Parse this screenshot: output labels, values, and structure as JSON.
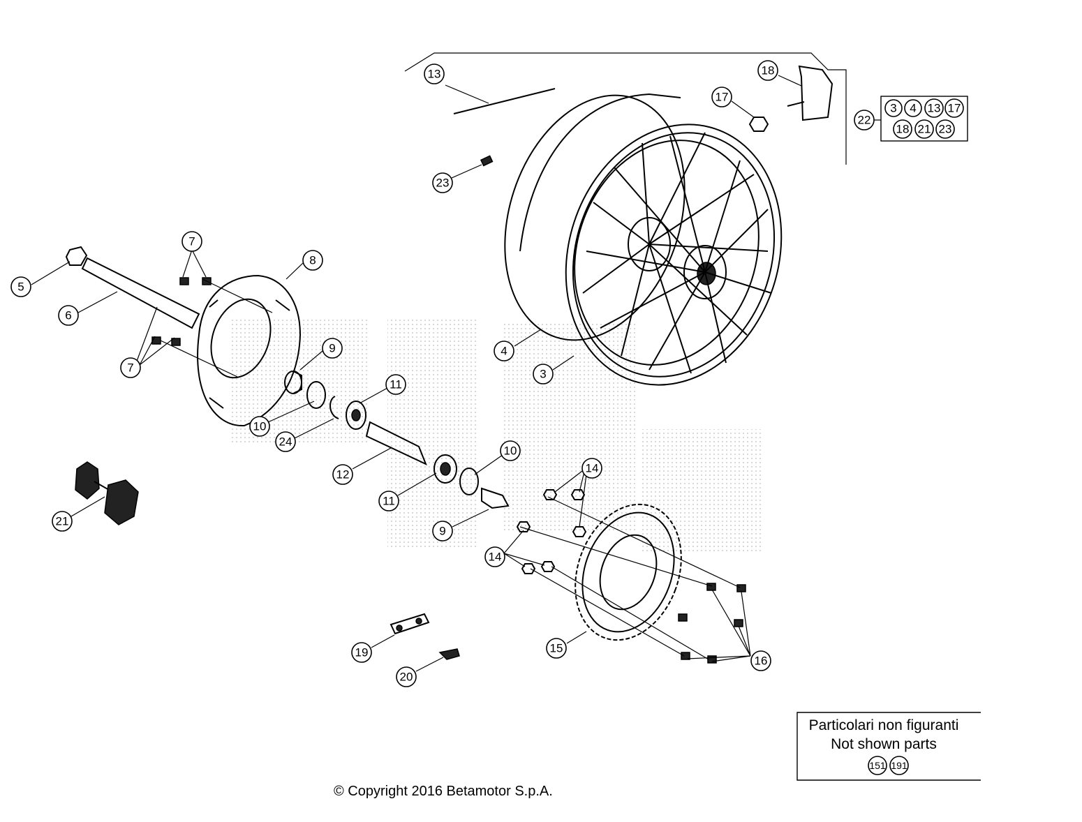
{
  "callouts": [
    {
      "id": "c5",
      "label": "5"
    },
    {
      "id": "c6",
      "label": "6"
    },
    {
      "id": "c7a",
      "label": "7"
    },
    {
      "id": "c7b",
      "label": "7"
    },
    {
      "id": "c8",
      "label": "8"
    },
    {
      "id": "c9a",
      "label": "9"
    },
    {
      "id": "c9b",
      "label": "9"
    },
    {
      "id": "c10a",
      "label": "10"
    },
    {
      "id": "c10b",
      "label": "10"
    },
    {
      "id": "c11a",
      "label": "11"
    },
    {
      "id": "c11b",
      "label": "11"
    },
    {
      "id": "c12",
      "label": "12"
    },
    {
      "id": "c13",
      "label": "13"
    },
    {
      "id": "c14a",
      "label": "14"
    },
    {
      "id": "c14b",
      "label": "14"
    },
    {
      "id": "c15",
      "label": "15"
    },
    {
      "id": "c16",
      "label": "16"
    },
    {
      "id": "c17",
      "label": "17"
    },
    {
      "id": "c18",
      "label": "18"
    },
    {
      "id": "c19",
      "label": "19"
    },
    {
      "id": "c20",
      "label": "20"
    },
    {
      "id": "c21",
      "label": "21"
    },
    {
      "id": "c22",
      "label": "22"
    },
    {
      "id": "c23",
      "label": "23"
    },
    {
      "id": "c24",
      "label": "24"
    },
    {
      "id": "c3",
      "label": "3"
    },
    {
      "id": "c4",
      "label": "4"
    }
  ],
  "kit_box": {
    "row1": [
      "3",
      "4",
      "13",
      "17"
    ],
    "row2": [
      "18",
      "21",
      "23"
    ]
  },
  "not_shown": {
    "line1": "Particolari non figuranti",
    "line2": "Not shown parts",
    "parts": [
      "151",
      "191"
    ]
  },
  "copyright": "© Copyright 2016 Betamotor S.p.A."
}
